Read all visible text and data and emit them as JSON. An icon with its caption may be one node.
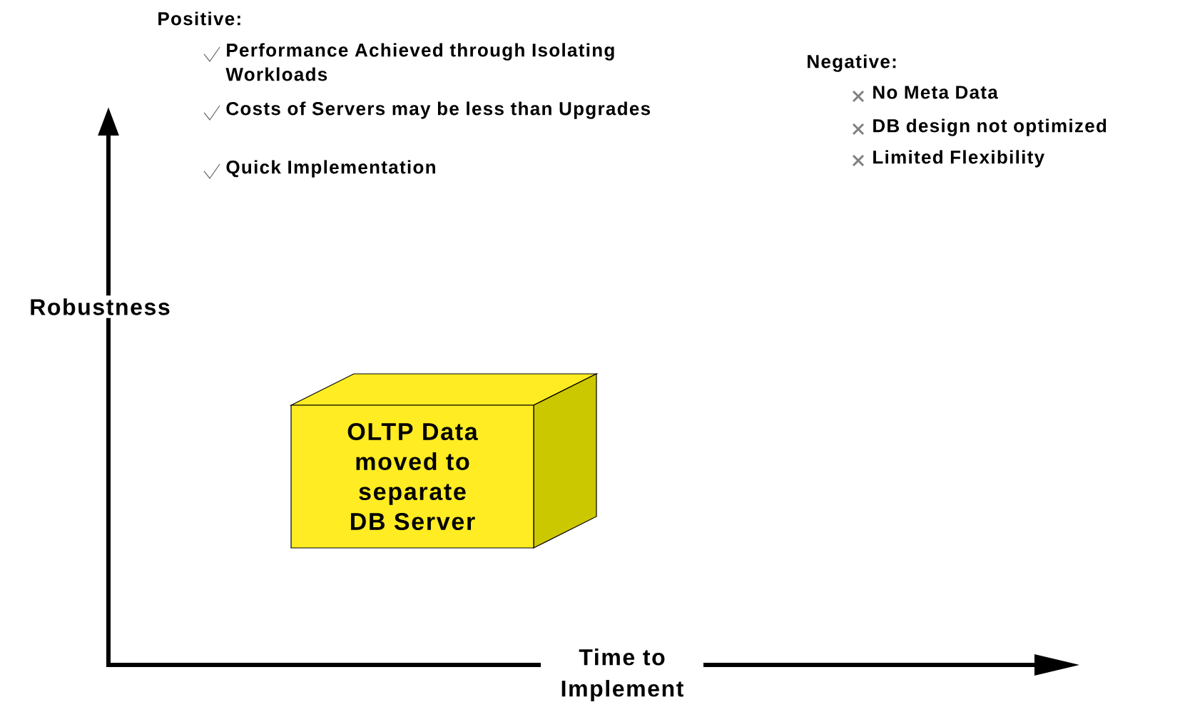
{
  "diagram": {
    "nodes": [
      {
        "text": [
          "OLTP Data moved to separate DB Server"
        ]
      }
    ],
    "edges": [],
    "labels": [
      "Positive:",
      "Performance Achieved through Isolating Workloads",
      "Costs of Servers may be less than Upgrades",
      "Quick Implementation",
      "Negative:",
      "No Meta Data",
      "DB design not optimized",
      "Limited Flexibility",
      "Robustness",
      "Time to Implement"
    ]
  }
}
